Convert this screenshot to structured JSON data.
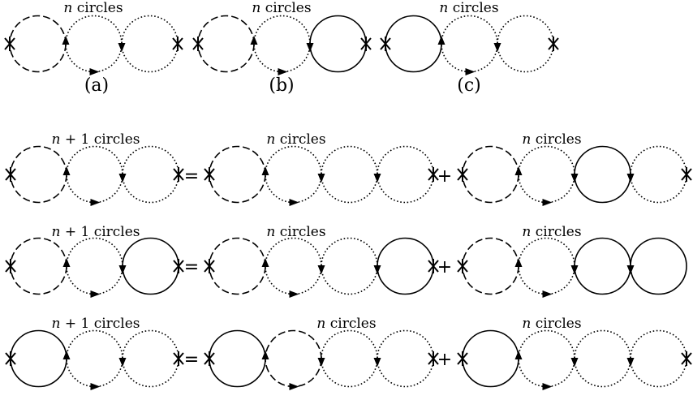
{
  "top_row": {
    "label": "n circles",
    "diagrams": [
      {
        "caption": "(a)",
        "loops": [
          "dashed",
          "dotted",
          "dotted"
        ],
        "left_end": "cross",
        "right_end": "cross"
      },
      {
        "caption": "(b)",
        "loops": [
          "dashed",
          "dotted",
          "solid"
        ],
        "left_end": "cross",
        "right_end": "cross"
      },
      {
        "caption": "(c)",
        "loops": [
          "solid",
          "dotted",
          "dotted"
        ],
        "left_end": "cross",
        "right_end": "cross"
      }
    ]
  },
  "equations": [
    {
      "lhs": {
        "label": "n + 1 circles",
        "loops": [
          "dashed",
          "dotted",
          "dotted"
        ],
        "right_end": "cross"
      },
      "equals": "=",
      "term1": {
        "label": "n circles",
        "loops": [
          "dashed",
          "dotted",
          "dotted",
          "dotted"
        ],
        "right_end": "cross"
      },
      "plus": "+",
      "term2": {
        "label": "n circles",
        "loops": [
          "dashed",
          "dotted",
          "solid",
          "dotted"
        ],
        "right_end": "cross"
      }
    },
    {
      "lhs": {
        "label": "n + 1 circles",
        "loops": [
          "dashed",
          "dotted",
          "solid"
        ],
        "right_end": "cross"
      },
      "equals": "=",
      "term1": {
        "label": "n circles",
        "loops": [
          "dashed",
          "dotted",
          "dotted",
          "solid"
        ],
        "right_end": "cross"
      },
      "plus": "+",
      "term2": {
        "label": "n circles",
        "loops": [
          "dashed",
          "dotted",
          "solid",
          "solid"
        ],
        "right_end": "none"
      }
    },
    {
      "lhs": {
        "label": "n + 1 circles",
        "loops": [
          "solid",
          "dotted",
          "dotted"
        ],
        "right_end": "cross"
      },
      "equals": "=",
      "term1": {
        "label": "n circles",
        "loops": [
          "solid",
          "dashed",
          "dotted",
          "dotted"
        ],
        "right_end": "cross"
      },
      "plus": "+",
      "term2": {
        "label": "n circles",
        "loops": [
          "solid",
          "dotted",
          "dotted",
          "dotted"
        ],
        "right_end": "cross"
      }
    }
  ]
}
